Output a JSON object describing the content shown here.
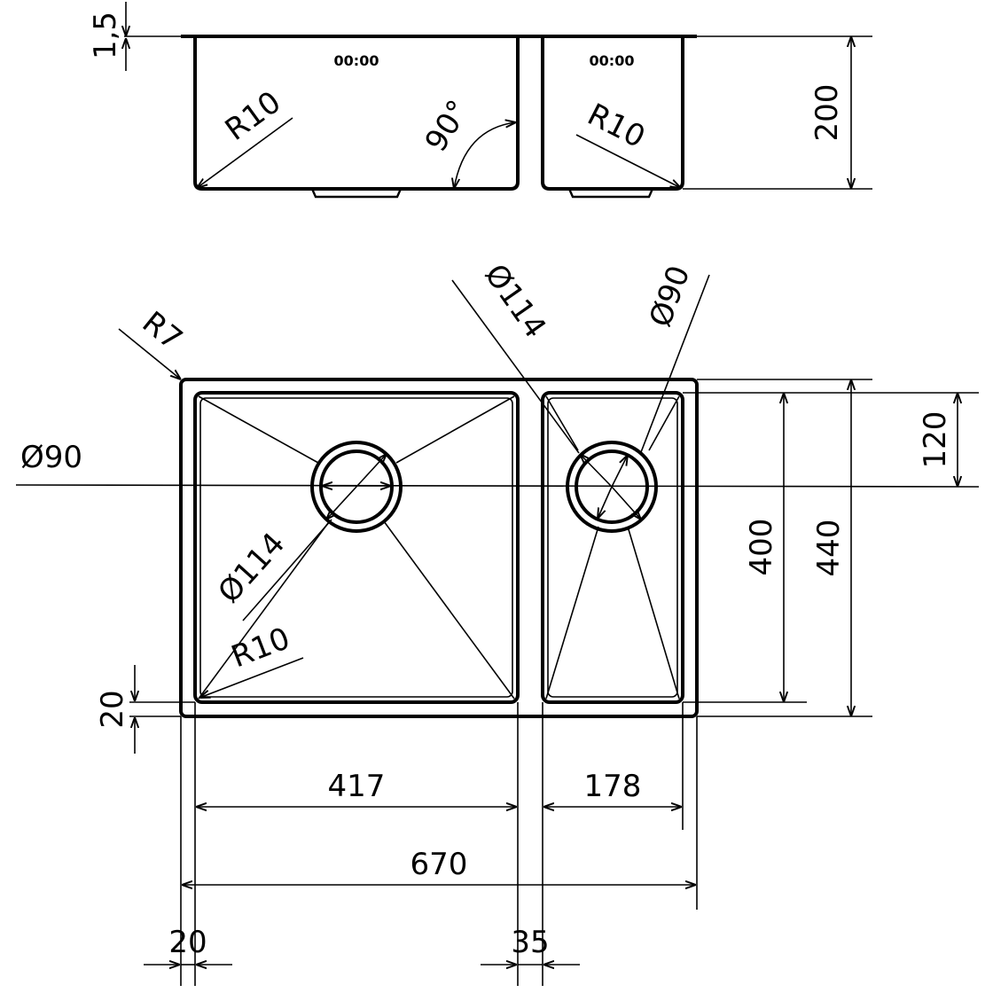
{
  "drawing": {
    "top_view": {
      "thickness_label": "1,5",
      "depth_label": "200",
      "radius_left_label": "R10",
      "radius_right_label": "R10",
      "angle_label": "90°",
      "marker_left": "00:00",
      "marker_right": "00:00"
    },
    "plan_view": {
      "corner_radius_label": "R7",
      "outlet_large_label_left": "Ø90",
      "outlet_large_ring_label": "Ø114",
      "outlet_small_ring_label": "Ø114",
      "outlet_small_label": "Ø90",
      "inner_radius_label": "R10",
      "drain_offset_label": "120",
      "bowl_depth_label": "400",
      "total_depth_label": "440",
      "bottom_margin_label": "20",
      "large_bowl_width_label": "417",
      "small_bowl_width_label": "178",
      "total_width_label": "670",
      "left_margin_label": "20",
      "divider_label": "35"
    }
  }
}
